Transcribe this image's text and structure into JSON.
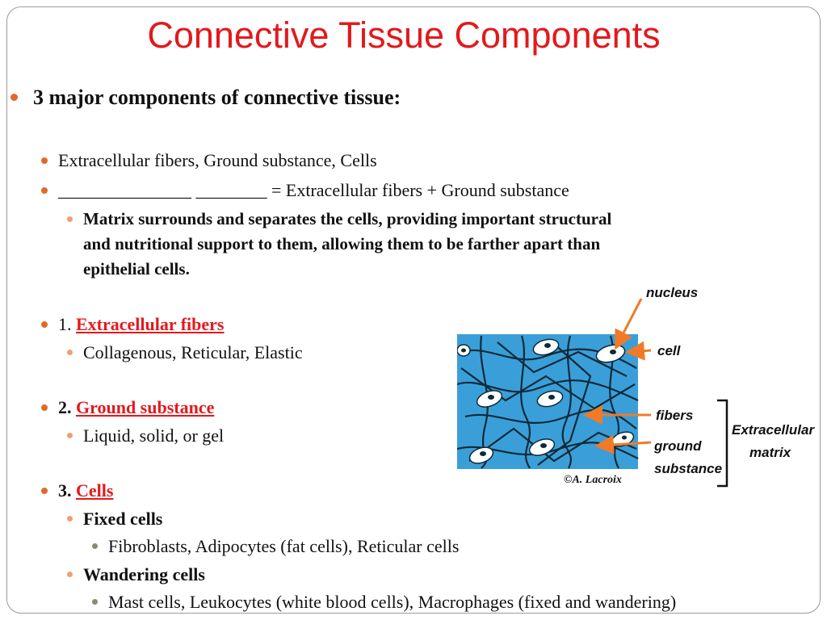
{
  "slide": {
    "title": "Connective Tissue Components"
  },
  "bullets": {
    "heading": "3 major components of connective tissue:",
    "components_list": "Extracellular fibers, Ground substance, Cells",
    "blank_1": "_______________",
    "blank_2": "________",
    "matrix_def": "= Extracellular fibers + Ground substance",
    "matrix_desc_1": "Matrix surrounds and separates the cells, providing important structural",
    "matrix_desc_2": "and nutritional support to them, allowing them to be farther apart than",
    "matrix_desc_3": "epithelial cells.",
    "fibers_num": "1.",
    "fibers_title": "Extracellular fibers",
    "fibers_types": "Collagenous, Reticular, Elastic",
    "ground_num": "2.",
    "ground_title": "Ground substance",
    "ground_states": "Liquid, solid, or gel",
    "cells_num": "3.",
    "cells_title": "Cells",
    "fixed_cells": "Fixed cells",
    "fixed_examples": "Fibroblasts, Adipocytes (fat cells), Reticular cells",
    "wandering_cells": "Wandering cells",
    "wandering_examples": "Mast cells, Leukocytes (white blood cells), Macrophages (fixed and wandering)"
  },
  "diagram": {
    "label_nucleus": "nucleus",
    "label_cell": "cell",
    "label_fibers": "fibers",
    "label_ground_1": "ground",
    "label_ground_2": "substance",
    "label_ecm_1": "Extracellular",
    "label_ecm_2": "matrix",
    "copyright": "©A. Lacroix"
  },
  "colors": {
    "title": "#e3191c",
    "bullet": "#e06a29",
    "tissue_bg": "#3a9fd8",
    "arrow": "#f07a28"
  }
}
